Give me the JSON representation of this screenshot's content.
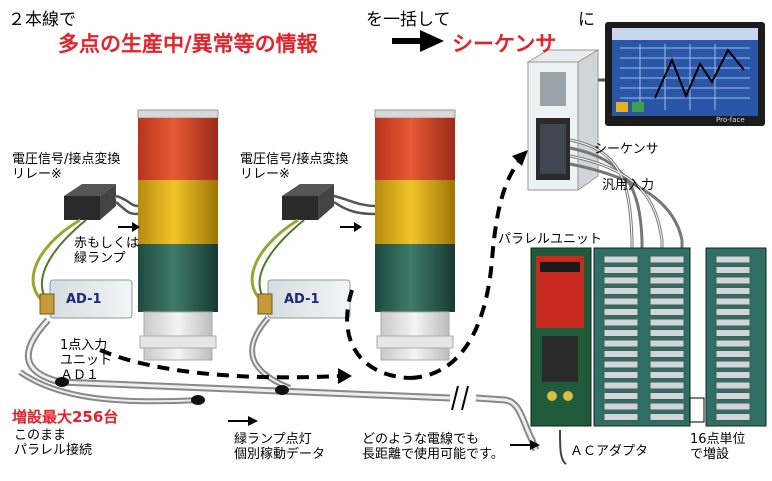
{
  "headline": {
    "line1_prefix": "２本線で",
    "line1_mid": "を一括して",
    "line1_suffix": "に",
    "info": "多点の生産中/異常等の情報",
    "target": "シーケンサ"
  },
  "labels": {
    "converter_1": "電圧信号/接点変換\nリレー※",
    "converter_2": "電圧信号/接点変換\nリレー※",
    "lamp_note": "赤もしくは\n緑ランプ",
    "unit_name": "1点入力\nユニット\nＡＤ１",
    "expansion_title": "増設最大256台",
    "expansion_note": "このまま\nパラレル接続",
    "green_data": "緑ランプ点灯\n個別稼動データ",
    "cable_note": "どのような電線でも\n長距離で使用可能です。",
    "sequencer": "シーケンサ",
    "general_input": "汎用入力",
    "parallel_unit": "パラレルユニット",
    "ac_adapter": "ＡＣアダプタ",
    "increment": "16点単位\nで増設"
  },
  "device": {
    "module_text_1": "AD-1",
    "module_text_2": "AD-1",
    "monitor_brand": "Pro-face"
  },
  "colors": {
    "headline_red": "#e8202a",
    "lamp_red": "#d6452a",
    "lamp_yellow": "#e0b01c",
    "lamp_green": "#2f6a5a",
    "board_green": "#1f5a3a",
    "board_teal": "#2f6f66",
    "screen_blue": "#2a56a8"
  },
  "icons": [
    "arrow-right-icon",
    "dashed-arrow-icon",
    "break-mark-icon"
  ]
}
